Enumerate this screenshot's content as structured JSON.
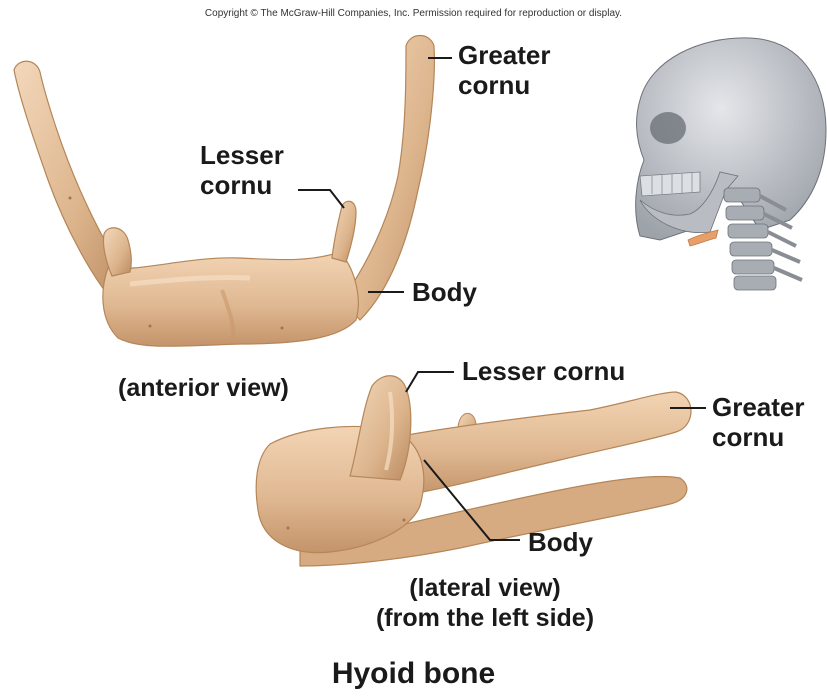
{
  "copyright": "Copyright © The McGraw-Hill Companies, Inc. Permission required for reproduction or display.",
  "anterior": {
    "greater_cornu": [
      "Greater",
      "cornu"
    ],
    "lesser_cornu": [
      "Lesser",
      "cornu"
    ],
    "body": "Body",
    "caption": "(anterior view)"
  },
  "lateral": {
    "lesser_cornu": "Lesser cornu",
    "greater_cornu": [
      "Greater",
      "cornu"
    ],
    "body": "Body",
    "caption": [
      "(lateral view)",
      "(from the left side)"
    ]
  },
  "title": "Hyoid bone",
  "colors": {
    "bone": "#e0b993",
    "bone_shadow": "#b98b63",
    "bone_highlight": "#f4d9bd",
    "skull": "#c9ccd1",
    "hyoid_highlight": "#e8a06a"
  }
}
